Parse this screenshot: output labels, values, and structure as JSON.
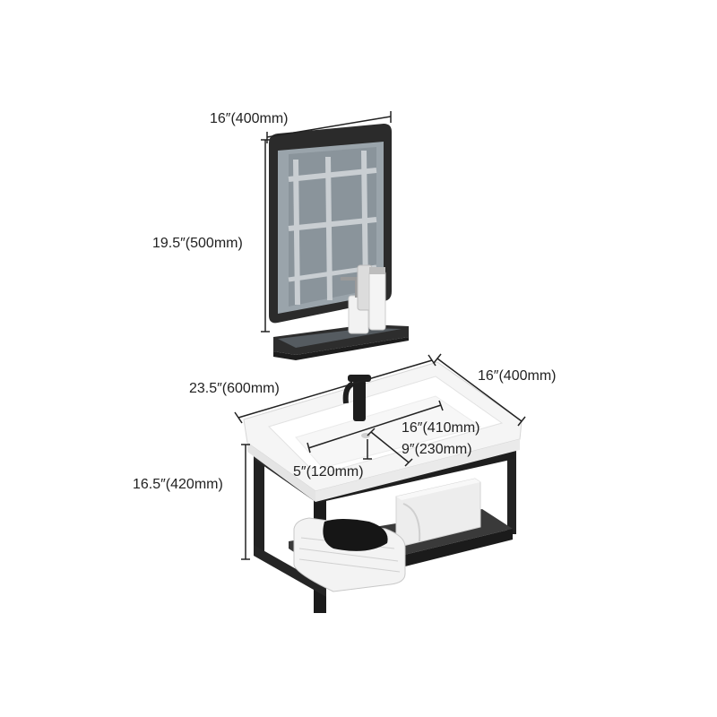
{
  "product": {
    "mirror": {
      "width_label": "16″(400mm)",
      "height_label": "19.5″(500mm)"
    },
    "vanity": {
      "width_label": "23.5″(600mm)",
      "depth_label": "16″(400mm)",
      "height_label": "16.5″(420mm)",
      "basin_width_label": "16″(410mm)",
      "basin_depth_label": "9″(230mm)",
      "basin_height_label": "5″(120mm)"
    }
  },
  "colors": {
    "frame": "#2b2b2b",
    "mirror_glass": "#9aa4ab",
    "ceramic": "#ffffff",
    "dimension_text": "#222222"
  }
}
